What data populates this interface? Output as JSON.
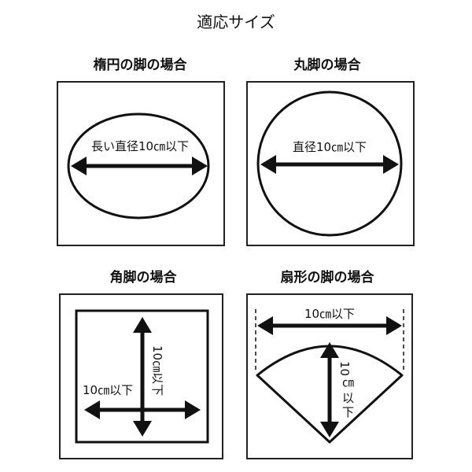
{
  "title": "適応サイズ",
  "panels": {
    "oval": {
      "heading": "楕円の脚の場合",
      "label": "長い直径10㎝以下"
    },
    "round": {
      "heading": "丸脚の場合",
      "label": "直径10㎝以下"
    },
    "square": {
      "heading": "角脚の場合",
      "label_h": "10㎝以下",
      "label_v": "10㎝以下"
    },
    "fan": {
      "heading": "扇形の脚の場合",
      "label_h": "10㎝以下",
      "label_v_top": "10",
      "label_v_unit": "㎝",
      "label_v_rest": "以下"
    }
  }
}
